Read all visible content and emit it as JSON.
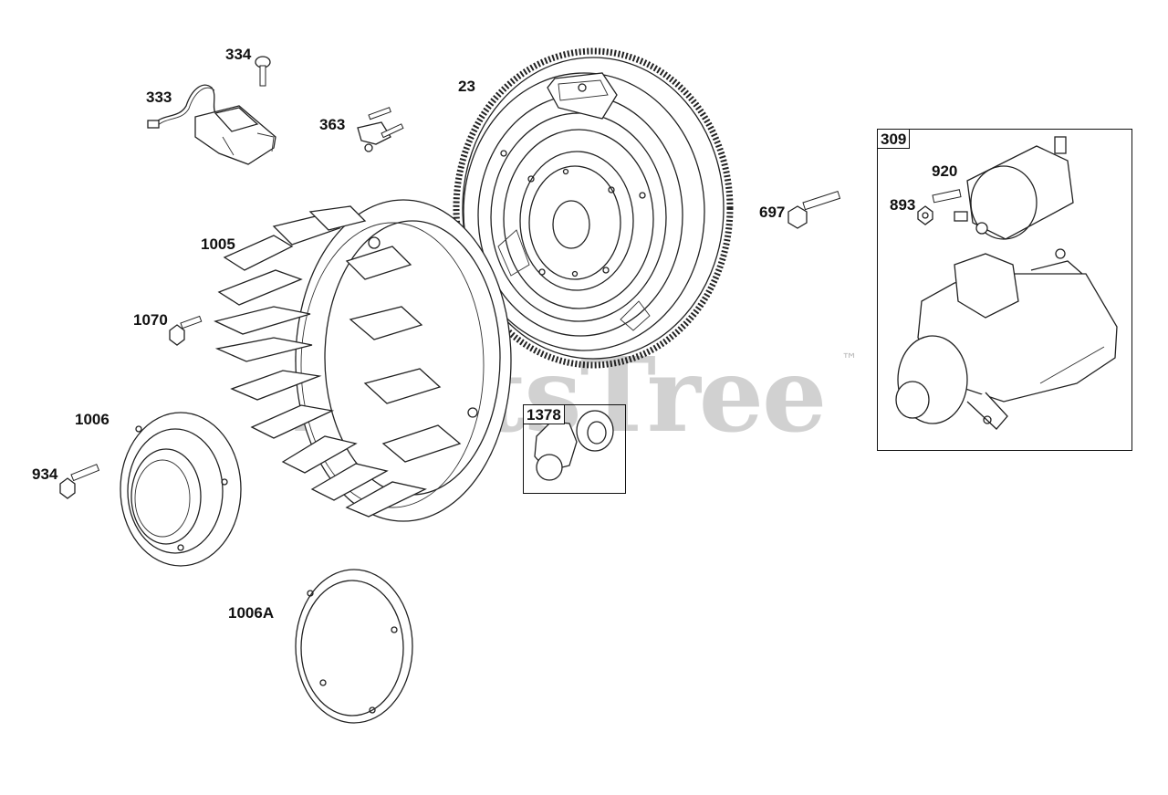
{
  "watermark": {
    "brand": "PartsTree",
    "trademark": "™"
  },
  "parts": [
    {
      "id": "p334",
      "label": "334"
    },
    {
      "id": "p333",
      "label": "333"
    },
    {
      "id": "p363",
      "label": "363"
    },
    {
      "id": "p23",
      "label": "23"
    },
    {
      "id": "p1005",
      "label": "1005"
    },
    {
      "id": "p1070",
      "label": "1070"
    },
    {
      "id": "p697",
      "label": "697"
    },
    {
      "id": "p920",
      "label": "920"
    },
    {
      "id": "p893",
      "label": "893"
    },
    {
      "id": "p1006",
      "label": "1006"
    },
    {
      "id": "p934",
      "label": "934"
    },
    {
      "id": "p1006A",
      "label": "1006A"
    }
  ],
  "groups": [
    {
      "id": "g309",
      "label": "309"
    },
    {
      "id": "g1378",
      "label": "1378"
    }
  ]
}
